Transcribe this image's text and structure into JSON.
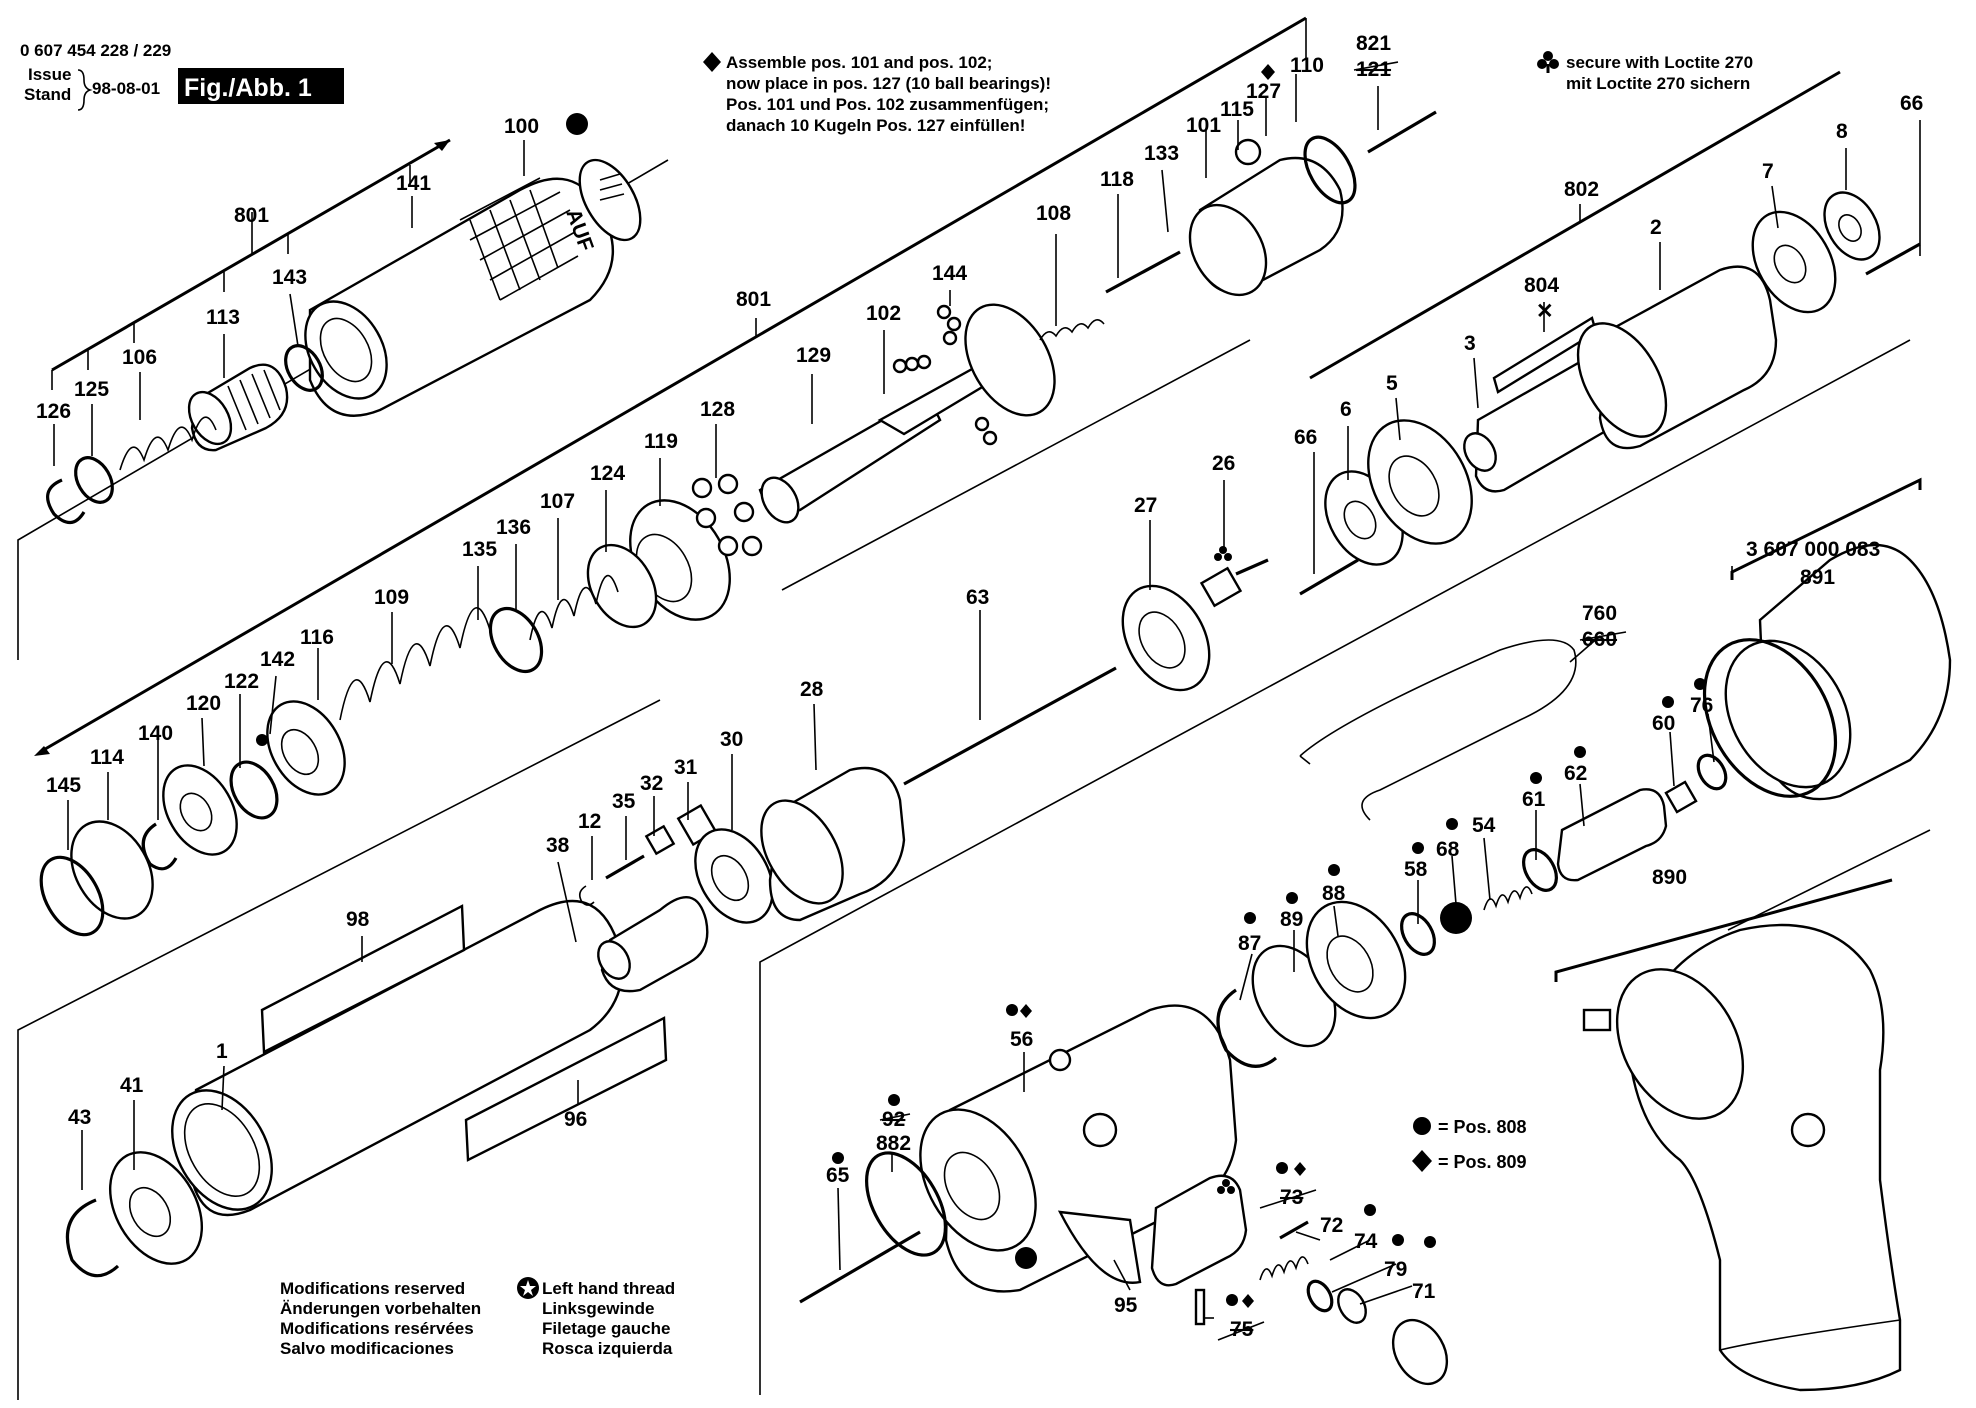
{
  "header": {
    "doc_number": "0 607 454 228 / 229",
    "issue_label": "Issue",
    "stand_label": "Stand",
    "date": "98-08-01",
    "figure_label": "Fig./Abb. 1"
  },
  "notes": {
    "assembly_note": [
      "Assemble pos. 101 and pos. 102;",
      "now place in pos. 127 (10 ball bearings)!",
      "Pos. 101 und Pos. 102 zusammenfügen;",
      "danach 10 Kugeln Pos. 127 einfüllen!"
    ],
    "loctite_note": [
      "secure with Loctite 270",
      "mit Loctite 270 sichern"
    ],
    "pos_legend": [
      "= Pos. 808",
      "= Pos. 809"
    ],
    "modifications": [
      "Modifications reserved",
      "Änderungen vorbehalten",
      "Modifications resérvées",
      "Salvo modificaciones"
    ],
    "left_hand_thread": [
      "Left hand thread",
      "Linksgewinde",
      "Filetage gauche",
      "Rosca izquierda"
    ],
    "auf_marking": "AUF"
  },
  "assembly_labels": {
    "a801_upper": "801",
    "a801_lower": "801",
    "a802": "802",
    "a891_code": "3 607 000 083",
    "a891": "891",
    "a890": "890"
  },
  "part_labels": {
    "p100": "100",
    "p141": "141",
    "p143": "143",
    "p113": "113",
    "p106": "106",
    "p125": "125",
    "p126": "126",
    "p821": "821",
    "p121": "121",
    "p110": "110",
    "p127": "127",
    "p115": "115",
    "p101": "101",
    "p133": "133",
    "p118": "118",
    "p108": "108",
    "p144": "144",
    "p102": "102",
    "p129": "129",
    "p128": "128",
    "p119": "119",
    "p124": "124",
    "p107": "107",
    "p136": "136",
    "p135": "135",
    "p109": "109",
    "p116": "116",
    "p142": "142",
    "p122": "122",
    "p120": "120",
    "p140": "140",
    "p114": "114",
    "p145": "145",
    "p66a": "66",
    "p8": "8",
    "p7": "7",
    "p2": "2",
    "p804": "804",
    "p3": "3",
    "p5": "5",
    "p6": "6",
    "p66b": "66",
    "p26": "26",
    "p27": "27",
    "p63": "63",
    "p28": "28",
    "p30": "30",
    "p31": "31",
    "p32": "32",
    "p35": "35",
    "p12": "12",
    "p38": "38",
    "p98": "98",
    "p1": "1",
    "p41": "41",
    "p43": "43",
    "p96": "96",
    "p760": "760",
    "p660": "660",
    "p76": "76",
    "p60": "60",
    "p62": "62",
    "p61": "61",
    "p54": "54",
    "p68": "68",
    "p58": "58",
    "p88": "88",
    "p89": "89",
    "p87": "87",
    "p56": "56",
    "p92": "92",
    "p882": "882",
    "p65": "65",
    "p95": "95",
    "p73": "73",
    "p72": "72",
    "p74": "74",
    "p79": "79",
    "p71": "71",
    "p75": "75"
  }
}
